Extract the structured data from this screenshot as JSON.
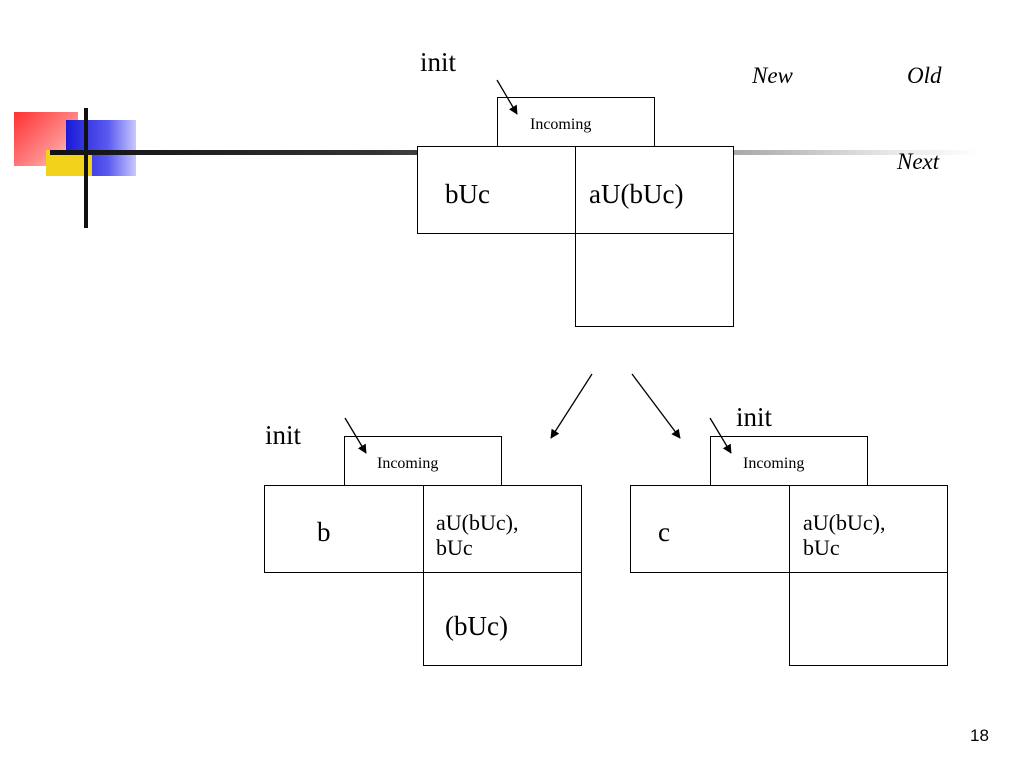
{
  "legend": {
    "new": "New",
    "old": "Old",
    "next": "Next"
  },
  "top": {
    "init": "init",
    "incoming": "Incoming",
    "new": "bUc",
    "old": "aU(bUc)",
    "next": ""
  },
  "left": {
    "init": "init",
    "incoming": "Incoming",
    "new": "b",
    "old_line1": "aU(bUc),",
    "old_line2": "bUc",
    "next": "(bUc)"
  },
  "right": {
    "init": "init",
    "incoming": "Incoming",
    "new": "c",
    "old_line1": "aU(bUc),",
    "old_line2": "bUc",
    "next": ""
  },
  "slide_number": "18"
}
